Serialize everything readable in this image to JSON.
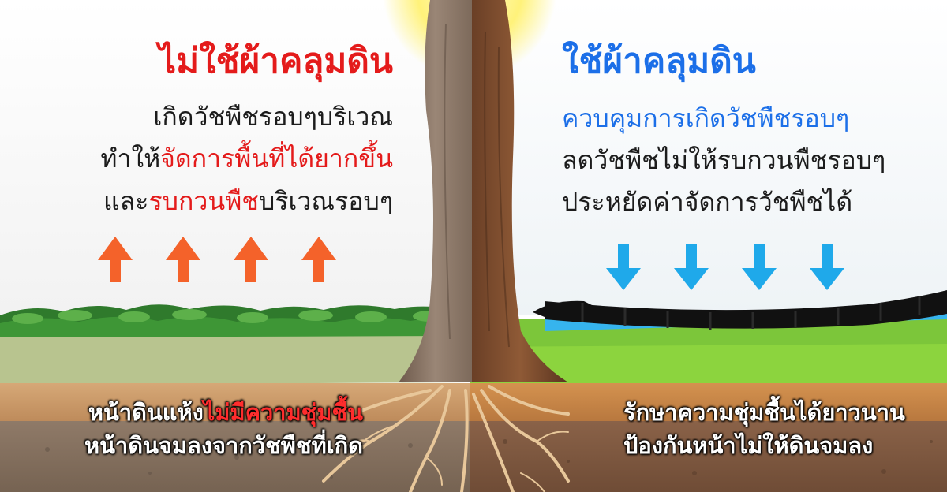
{
  "left_panel": {
    "heading": "ไม่ใช้ผ้าคลุมดิน",
    "line1": "เกิดวัชพืชรอบๆบริเวณ",
    "line2_prefix": "ทำให้",
    "line2_highlight": "จัดการพื้นที่ได้ยากขึ้น",
    "line3_prefix": "และ",
    "line3_highlight": "รบกวนพืช",
    "line3_suffix": "บริเวณรอบๆ",
    "ground_line1_prefix": "หน้าดินแห้ง",
    "ground_line1_highlight": "ไม่มีความชุ่มชื้น",
    "ground_line2": "หน้าดินจมลงจากวัชพืชที่เกิด",
    "arrow_direction": "up",
    "arrow_color": "#f4622a",
    "highlight_color": "#e41b1b"
  },
  "right_panel": {
    "heading": "ใช้ผ้าคลุมดิน",
    "line1": "ควบคุมการเกิดวัชพืชรอบๆ",
    "line2": "ลดวัชพืชไม่ให้รบกวนพืชรอบๆ",
    "line3": "ประหยัดค่าจัดการวัชพืชได้",
    "ground_line1": "รักษาความชุ่มชื้นได้ยาวนาน",
    "ground_line2": "ป้องกันหน้าไม่ให้ดินจมลง",
    "arrow_direction": "down",
    "arrow_color": "#1fa9ea",
    "highlight_color": "#1c6fe8",
    "cover_color": "#111111"
  },
  "colors": {
    "dry_grass": "#b5c48c",
    "green_grass": "#7cc63a",
    "soil_top": "#c98e55",
    "soil_deep": "#8a6a52",
    "trunk": "#8b5a3c",
    "sun": "#fff27a",
    "water": "#36b4ee"
  }
}
